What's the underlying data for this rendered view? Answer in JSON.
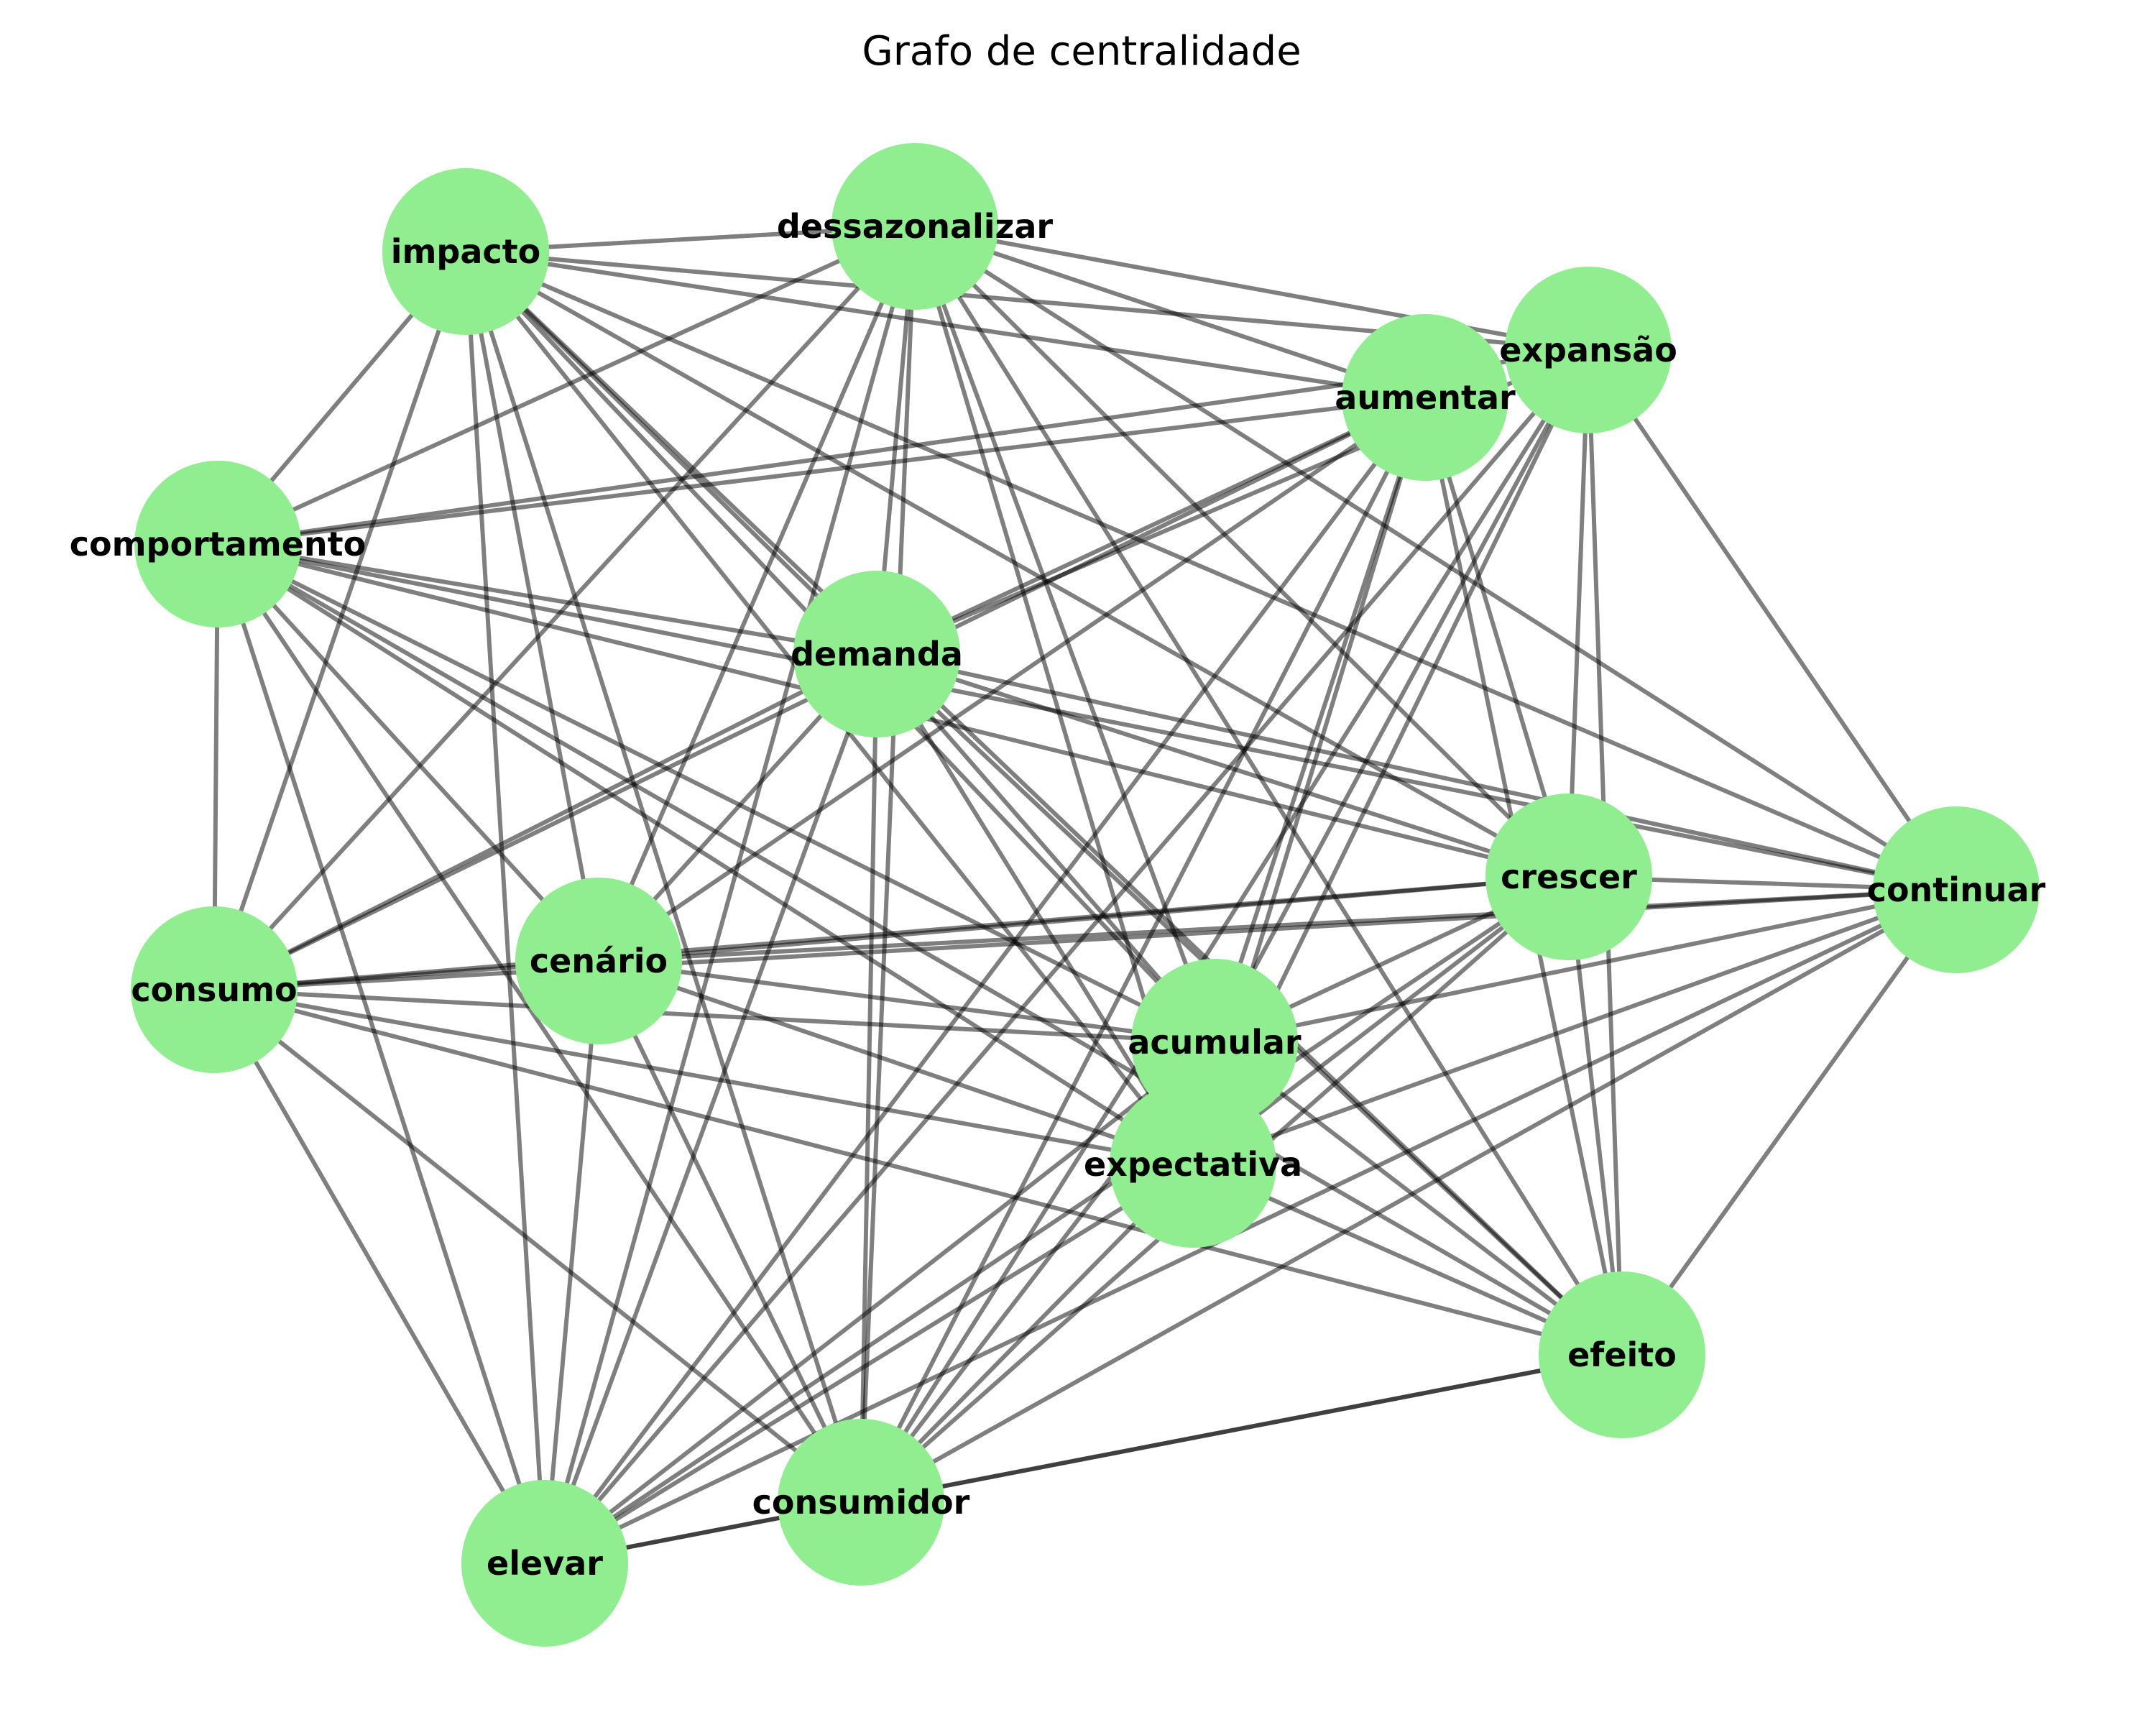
{
  "title": "Grafo de centralidade",
  "colors": {
    "node_fill": "#90EE90",
    "edge": "#000000",
    "label": "#000000"
  },
  "nodes": [
    {
      "id": "impacto",
      "label": "impacto"
    },
    {
      "id": "dessazonalizar",
      "label": "dessazonalizar"
    },
    {
      "id": "expansao",
      "label": "expansão"
    },
    {
      "id": "aumentar",
      "label": "aumentar"
    },
    {
      "id": "comportamento",
      "label": "comportamento"
    },
    {
      "id": "demanda",
      "label": "demanda"
    },
    {
      "id": "crescer",
      "label": "crescer"
    },
    {
      "id": "continuar",
      "label": "continuar"
    },
    {
      "id": "consumo",
      "label": "consumo"
    },
    {
      "id": "cenario",
      "label": "cenário"
    },
    {
      "id": "acumular",
      "label": "acumular"
    },
    {
      "id": "expectativa",
      "label": "expectativa"
    },
    {
      "id": "efeito",
      "label": "efeito"
    },
    {
      "id": "consumidor",
      "label": "consumidor"
    },
    {
      "id": "elevar",
      "label": "elevar"
    }
  ],
  "edges": [
    [
      "impacto",
      "dessazonalizar"
    ],
    [
      "impacto",
      "aumentar"
    ],
    [
      "impacto",
      "expansao"
    ],
    [
      "impacto",
      "comportamento"
    ],
    [
      "impacto",
      "demanda"
    ],
    [
      "impacto",
      "consumo"
    ],
    [
      "impacto",
      "cenario"
    ],
    [
      "impacto",
      "acumular"
    ],
    [
      "impacto",
      "expectativa"
    ],
    [
      "impacto",
      "crescer"
    ],
    [
      "impacto",
      "continuar"
    ],
    [
      "impacto",
      "elevar"
    ],
    [
      "impacto",
      "consumidor"
    ],
    [
      "impacto",
      "efeito"
    ],
    [
      "dessazonalizar",
      "expansao"
    ],
    [
      "dessazonalizar",
      "aumentar"
    ],
    [
      "dessazonalizar",
      "comportamento"
    ],
    [
      "dessazonalizar",
      "demanda"
    ],
    [
      "dessazonalizar",
      "consumo"
    ],
    [
      "dessazonalizar",
      "cenario"
    ],
    [
      "dessazonalizar",
      "acumular"
    ],
    [
      "dessazonalizar",
      "expectativa"
    ],
    [
      "dessazonalizar",
      "crescer"
    ],
    [
      "dessazonalizar",
      "continuar"
    ],
    [
      "dessazonalizar",
      "efeito"
    ],
    [
      "dessazonalizar",
      "elevar"
    ],
    [
      "dessazonalizar",
      "consumidor"
    ],
    [
      "aumentar",
      "comportamento"
    ],
    [
      "aumentar",
      "demanda"
    ],
    [
      "aumentar",
      "consumo"
    ],
    [
      "aumentar",
      "cenario"
    ],
    [
      "aumentar",
      "acumular"
    ],
    [
      "aumentar",
      "expectativa"
    ],
    [
      "aumentar",
      "crescer"
    ],
    [
      "aumentar",
      "efeito"
    ],
    [
      "aumentar",
      "elevar"
    ],
    [
      "aumentar",
      "consumidor"
    ],
    [
      "expansao",
      "comportamento"
    ],
    [
      "expansao",
      "demanda"
    ],
    [
      "expansao",
      "crescer"
    ],
    [
      "expansao",
      "continuar"
    ],
    [
      "expansao",
      "acumular"
    ],
    [
      "expansao",
      "expectativa"
    ],
    [
      "expansao",
      "efeito"
    ],
    [
      "expansao",
      "elevar"
    ],
    [
      "expansao",
      "consumidor"
    ],
    [
      "comportamento",
      "demanda"
    ],
    [
      "comportamento",
      "consumo"
    ],
    [
      "comportamento",
      "cenario"
    ],
    [
      "comportamento",
      "acumular"
    ],
    [
      "comportamento",
      "expectativa"
    ],
    [
      "comportamento",
      "crescer"
    ],
    [
      "comportamento",
      "continuar"
    ],
    [
      "comportamento",
      "elevar"
    ],
    [
      "comportamento",
      "consumidor"
    ],
    [
      "comportamento",
      "efeito"
    ],
    [
      "demanda",
      "consumo"
    ],
    [
      "demanda",
      "cenario"
    ],
    [
      "demanda",
      "acumular"
    ],
    [
      "demanda",
      "expectativa"
    ],
    [
      "demanda",
      "crescer"
    ],
    [
      "demanda",
      "continuar"
    ],
    [
      "demanda",
      "efeito"
    ],
    [
      "demanda",
      "consumidor"
    ],
    [
      "demanda",
      "elevar"
    ],
    [
      "consumo",
      "cenario"
    ],
    [
      "consumo",
      "crescer"
    ],
    [
      "consumo",
      "continuar"
    ],
    [
      "consumo",
      "acumular"
    ],
    [
      "consumo",
      "expectativa"
    ],
    [
      "consumo",
      "efeito"
    ],
    [
      "consumo",
      "elevar"
    ],
    [
      "consumo",
      "consumidor"
    ],
    [
      "cenario",
      "crescer"
    ],
    [
      "cenario",
      "continuar"
    ],
    [
      "cenario",
      "acumular"
    ],
    [
      "cenario",
      "expectativa"
    ],
    [
      "cenario",
      "elevar"
    ],
    [
      "cenario",
      "consumidor"
    ],
    [
      "crescer",
      "continuar"
    ],
    [
      "crescer",
      "acumular"
    ],
    [
      "crescer",
      "expectativa"
    ],
    [
      "crescer",
      "efeito"
    ],
    [
      "crescer",
      "consumidor"
    ],
    [
      "crescer",
      "elevar"
    ],
    [
      "continuar",
      "acumular"
    ],
    [
      "continuar",
      "expectativa"
    ],
    [
      "continuar",
      "efeito"
    ],
    [
      "continuar",
      "consumidor"
    ],
    [
      "continuar",
      "elevar"
    ],
    [
      "acumular",
      "expectativa"
    ],
    [
      "acumular",
      "efeito"
    ],
    [
      "acumular",
      "elevar"
    ],
    [
      "acumular",
      "consumidor"
    ],
    [
      "expectativa",
      "efeito"
    ],
    [
      "expectativa",
      "elevar"
    ],
    [
      "expectativa",
      "consumidor"
    ],
    [
      "efeito",
      "consumidor"
    ],
    [
      "efeito",
      "elevar"
    ],
    [
      "consumidor",
      "elevar"
    ]
  ]
}
